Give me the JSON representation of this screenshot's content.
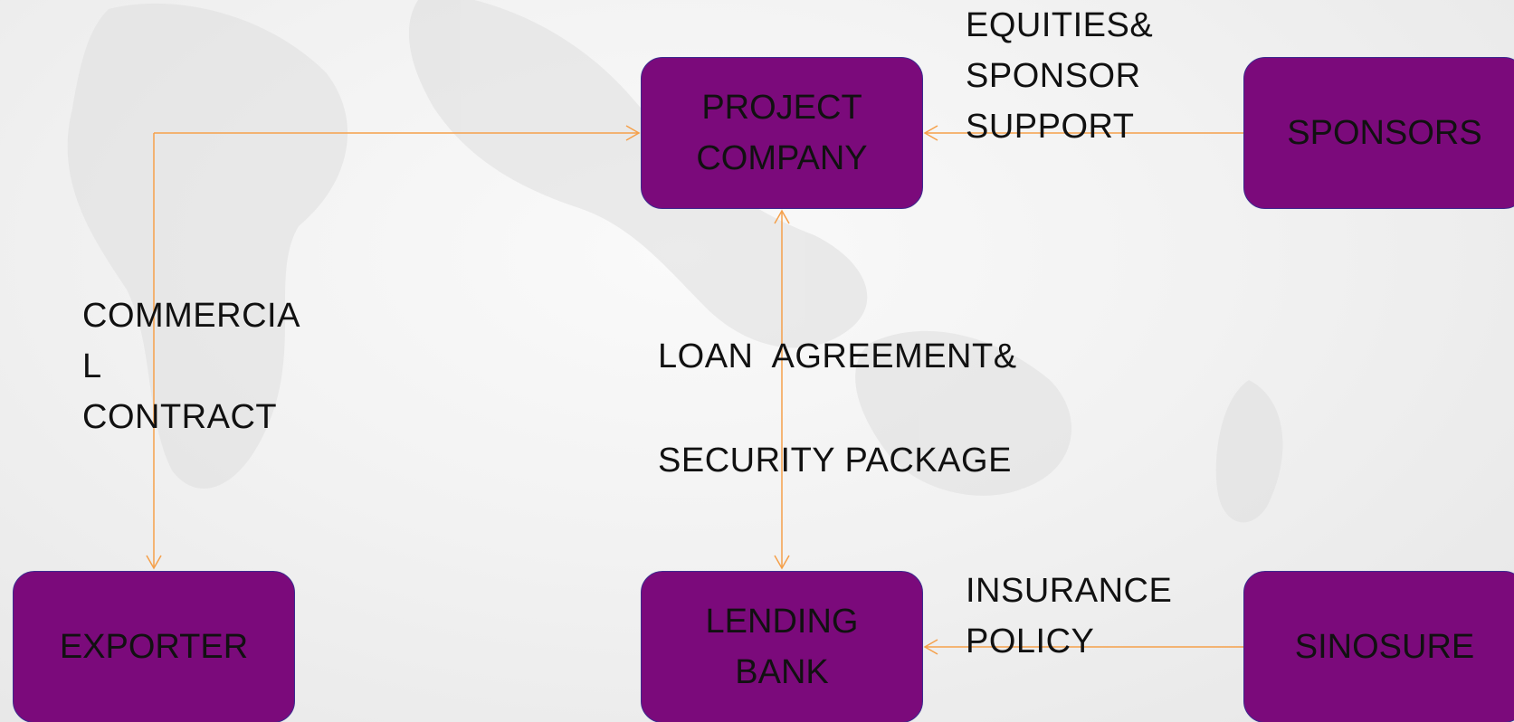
{
  "colors": {
    "node_fill": "#7b0a7b",
    "node_border": "#3d2a8f",
    "connector": "#f5a04a",
    "text": "#111111"
  },
  "nodes": {
    "project_company": "PROJECT\nCOMPANY",
    "sponsors": "SPONSORS",
    "exporter": "EXPORTER",
    "lending_bank": "LENDING\nBANK",
    "sinosure": "SINOSURE"
  },
  "labels": {
    "equities": "EQUITIES&\nSPONSOR\nSUPPORT",
    "commercial_contract": "COMMERCIA\nL\nCONTRACT",
    "loan_agreement": "LOAN  AGREEMENT&",
    "security_package": "SECURITY PACKAGE",
    "insurance_policy": "INSURANCE\nPOLICY"
  }
}
